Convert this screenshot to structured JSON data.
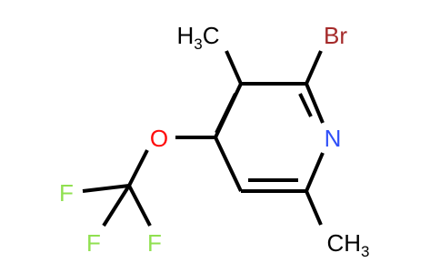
{
  "molecule": {
    "atoms": {
      "bromine": {
        "text": "Br",
        "color": "#a52a2a"
      },
      "nitrogen": {
        "text": "N",
        "color": "#3050f8"
      },
      "oxygen": {
        "text": "O",
        "color": "#ff0d0d"
      },
      "fluorine_left": {
        "text": "F",
        "color": "#90e050"
      },
      "fluorine_bottom_left": {
        "text": "F",
        "color": "#90e050"
      },
      "fluorine_bottom_right": {
        "text": "F",
        "color": "#90e050"
      },
      "methyl_top": {
        "main": "H",
        "sub": "3",
        "tail": "C",
        "color": "#000000"
      },
      "methyl_bottom": {
        "main": "CH",
        "sub": "3",
        "color": "#000000"
      }
    }
  }
}
